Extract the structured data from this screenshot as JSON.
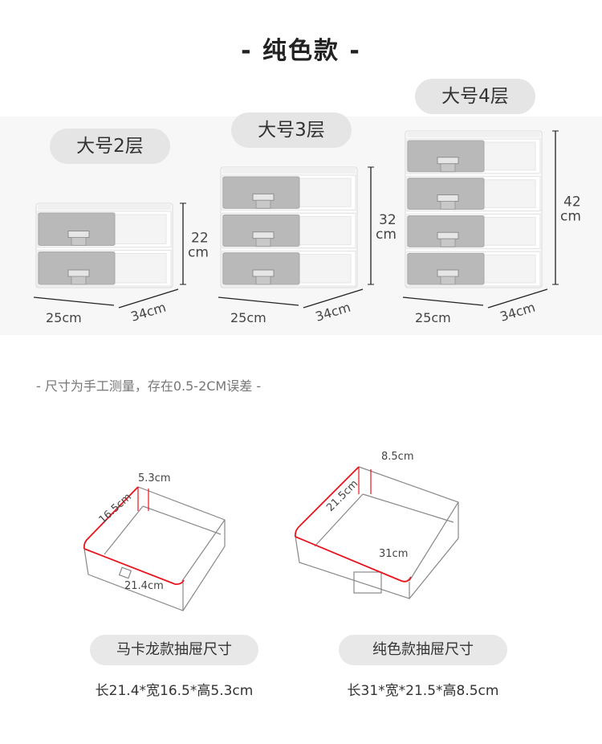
{
  "title": "- 纯色款 -",
  "products": [
    {
      "label": "大号2层",
      "tiers": 2,
      "height": "22",
      "height_unit": "cm",
      "width": "25cm",
      "depth": "34cm"
    },
    {
      "label": "大号3层",
      "tiers": 3,
      "height": "32",
      "height_unit": "cm",
      "width": "25cm",
      "depth": "34cm"
    },
    {
      "label": "大号4层",
      "tiers": 4,
      "height": "42",
      "height_unit": "cm",
      "width": "25cm",
      "depth": "34cm"
    }
  ],
  "note": "-  尺寸为手工测量，存在0.5-2CM误差  -",
  "trays": [
    {
      "name": "马卡龙款抽屉尺寸",
      "height_label": "5.3cm",
      "depth_label": "16.5cm",
      "width_label": "21.4cm",
      "spec": "长21.4*宽16.5*高5.3cm"
    },
    {
      "name": "纯色款抽屉尺寸",
      "height_label": "8.5cm",
      "depth_label": "21.5cm",
      "width_label": "31cm",
      "spec": "长31*宽*21.5*高8.5cm"
    }
  ],
  "colors": {
    "drawer_front": "#b9b9b9",
    "highlight": "#e8141c",
    "pill": "#e5e5e5"
  }
}
